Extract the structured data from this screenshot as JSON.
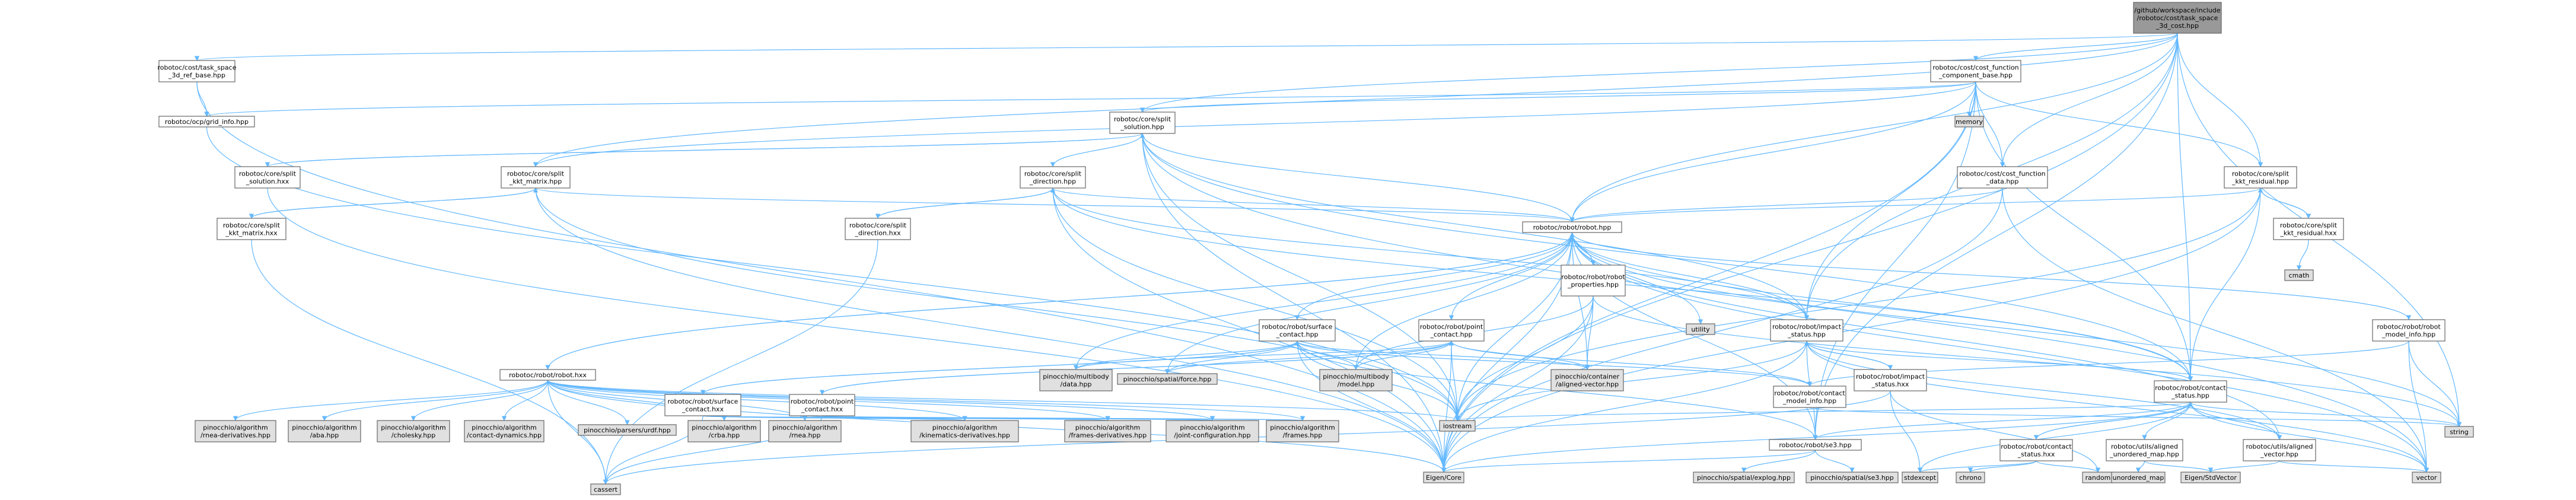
{
  "colors": {
    "edge": "#63B8FF",
    "root_fill": "#999999",
    "node_fill": "#ffffff",
    "external_fill": "#e0e0e0",
    "border": "#666666"
  },
  "nodes": [
    {
      "id": "root",
      "lines": [
        "/github/workspace/include",
        "/robotoc/cost/task_space",
        "_3d_cost.hpp"
      ],
      "kind": "root"
    },
    {
      "id": "ts3d_ref",
      "lines": [
        "robotoc/cost/task_space",
        "_3d_ref_base.hpp"
      ],
      "kind": "file"
    },
    {
      "id": "cfc_base",
      "lines": [
        "robotoc/cost/cost_function",
        "_component_base.hpp"
      ],
      "kind": "file"
    },
    {
      "id": "grid_info",
      "lines": [
        "robotoc/ocp/grid_info.hpp"
      ],
      "kind": "file"
    },
    {
      "id": "memory",
      "lines": [
        "memory"
      ],
      "kind": "ext"
    },
    {
      "id": "split_solution",
      "lines": [
        "robotoc/core/split",
        "_solution.hpp"
      ],
      "kind": "file"
    },
    {
      "id": "split_solution_hxx",
      "lines": [
        "robotoc/core/split",
        "_solution.hxx"
      ],
      "kind": "file"
    },
    {
      "id": "split_kkt_matrix",
      "lines": [
        "robotoc/core/split",
        "_kkt_matrix.hpp"
      ],
      "kind": "file"
    },
    {
      "id": "split_direction",
      "lines": [
        "robotoc/core/split",
        "_direction.hpp"
      ],
      "kind": "file"
    },
    {
      "id": "cost_function_data",
      "lines": [
        "robotoc/cost/cost_function",
        "_data.hpp"
      ],
      "kind": "file"
    },
    {
      "id": "split_kkt_residual",
      "lines": [
        "robotoc/core/split",
        "_kkt_residual.hpp"
      ],
      "kind": "file"
    },
    {
      "id": "split_kkt_matrix_hxx",
      "lines": [
        "robotoc/core/split",
        "_kkt_matrix.hxx"
      ],
      "kind": "file"
    },
    {
      "id": "split_direction_hxx",
      "lines": [
        "robotoc/core/split",
        "_direction.hxx"
      ],
      "kind": "file"
    },
    {
      "id": "split_kkt_residual_hxx",
      "lines": [
        "robotoc/core/split",
        "_kkt_residual.hxx"
      ],
      "kind": "file"
    },
    {
      "id": "cmath",
      "lines": [
        "cmath"
      ],
      "kind": "ext"
    },
    {
      "id": "robot_hpp",
      "lines": [
        "robotoc/robot/robot.hpp"
      ],
      "kind": "file"
    },
    {
      "id": "robot_properties",
      "lines": [
        "robotoc/robot/robot",
        "_properties.hpp"
      ],
      "kind": "file"
    },
    {
      "id": "utility",
      "lines": [
        "utility"
      ],
      "kind": "ext"
    },
    {
      "id": "surface_contact",
      "lines": [
        "robotoc/robot/surface",
        "_contact.hpp"
      ],
      "kind": "file"
    },
    {
      "id": "point_contact",
      "lines": [
        "robotoc/robot/point",
        "_contact.hpp"
      ],
      "kind": "file"
    },
    {
      "id": "impact_status",
      "lines": [
        "robotoc/robot/impact",
        "_status.hpp"
      ],
      "kind": "file"
    },
    {
      "id": "robot_model_info",
      "lines": [
        "robotoc/robot/robot",
        "_model_info.hpp"
      ],
      "kind": "file"
    },
    {
      "id": "impact_status_hxx",
      "lines": [
        "robotoc/robot/impact",
        "_status.hxx"
      ],
      "kind": "file"
    },
    {
      "id": "contact_model_info",
      "lines": [
        "robotoc/robot/contact",
        "_model_info.hpp"
      ],
      "kind": "file"
    },
    {
      "id": "contact_status_hpp",
      "lines": [
        "robotoc/robot/contact",
        "_status.hpp"
      ],
      "kind": "file"
    },
    {
      "id": "robot_hxx",
      "lines": [
        "robotoc/robot/robot.hxx"
      ],
      "kind": "file"
    },
    {
      "id": "surface_contact_hxx",
      "lines": [
        "robotoc/robot/surface",
        "_contact.hxx"
      ],
      "kind": "file"
    },
    {
      "id": "point_contact_hxx",
      "lines": [
        "robotoc/robot/point",
        "_contact.hxx"
      ],
      "kind": "file"
    },
    {
      "id": "mb_data",
      "lines": [
        "pinocchio/multibody",
        "/data.hpp"
      ],
      "kind": "ext"
    },
    {
      "id": "spatial_force",
      "lines": [
        "pinocchio/spatial/force.hpp"
      ],
      "kind": "ext"
    },
    {
      "id": "mb_model",
      "lines": [
        "pinocchio/multibody",
        "/model.hpp"
      ],
      "kind": "ext"
    },
    {
      "id": "aligned_vector_pin",
      "lines": [
        "pinocchio/container",
        "/aligned-vector.hpp"
      ],
      "kind": "ext"
    },
    {
      "id": "se3_hpp",
      "lines": [
        "robotoc/robot/se3.hpp"
      ],
      "kind": "file"
    },
    {
      "id": "contact_status_hxx",
      "lines": [
        "robotoc/robot/contact",
        "_status.hxx"
      ],
      "kind": "file"
    },
    {
      "id": "aligned_unordered_map",
      "lines": [
        "robotoc/utils/aligned",
        "_unordered_map.hpp"
      ],
      "kind": "file"
    },
    {
      "id": "aligned_vector_utils",
      "lines": [
        "robotoc/utils/aligned",
        "_vector.hpp"
      ],
      "kind": "file"
    },
    {
      "id": "iostream",
      "lines": [
        "iostream"
      ],
      "kind": "ext"
    },
    {
      "id": "string",
      "lines": [
        "string"
      ],
      "kind": "ext"
    },
    {
      "id": "rnea_derivatives",
      "lines": [
        "pinocchio/algorithm",
        "/rnea-derivatives.hpp"
      ],
      "kind": "ext"
    },
    {
      "id": "aba",
      "lines": [
        "pinocchio/algorithm",
        "/aba.hpp"
      ],
      "kind": "ext"
    },
    {
      "id": "cholesky",
      "lines": [
        "pinocchio/algorithm",
        "/cholesky.hpp"
      ],
      "kind": "ext"
    },
    {
      "id": "contact_dynamics",
      "lines": [
        "pinocchio/algorithm",
        "/contact-dynamics.hpp"
      ],
      "kind": "ext"
    },
    {
      "id": "urdf",
      "lines": [
        "pinocchio/parsers/urdf.hpp"
      ],
      "kind": "ext"
    },
    {
      "id": "crba",
      "lines": [
        "pinocchio/algorithm",
        "/crba.hpp"
      ],
      "kind": "ext"
    },
    {
      "id": "rnea",
      "lines": [
        "pinocchio/algorithm",
        "/rnea.hpp"
      ],
      "kind": "ext"
    },
    {
      "id": "kinematics_derivatives",
      "lines": [
        "pinocchio/algorithm",
        "/kinematics-derivatives.hpp"
      ],
      "kind": "ext"
    },
    {
      "id": "frames_derivatives",
      "lines": [
        "pinocchio/algorithm",
        "/frames-derivatives.hpp"
      ],
      "kind": "ext"
    },
    {
      "id": "joint_configuration",
      "lines": [
        "pinocchio/algorithm",
        "/joint-configuration.hpp"
      ],
      "kind": "ext"
    },
    {
      "id": "frames",
      "lines": [
        "pinocchio/algorithm",
        "/frames.hpp"
      ],
      "kind": "ext"
    },
    {
      "id": "explog",
      "lines": [
        "pinocchio/spatial/explog.hpp"
      ],
      "kind": "ext"
    },
    {
      "id": "spatial_se3",
      "lines": [
        "pinocchio/spatial/se3.hpp"
      ],
      "kind": "ext"
    },
    {
      "id": "stdexcept",
      "lines": [
        "stdexcept"
      ],
      "kind": "ext"
    },
    {
      "id": "chrono",
      "lines": [
        "chrono"
      ],
      "kind": "ext"
    },
    {
      "id": "random",
      "lines": [
        "random"
      ],
      "kind": "ext"
    },
    {
      "id": "unordered_map",
      "lines": [
        "unordered_map"
      ],
      "kind": "ext"
    },
    {
      "id": "eigen_stdvector",
      "lines": [
        "Eigen/StdVector"
      ],
      "kind": "ext"
    },
    {
      "id": "vector",
      "lines": [
        "vector"
      ],
      "kind": "ext"
    },
    {
      "id": "cassert",
      "lines": [
        "cassert"
      ],
      "kind": "ext"
    },
    {
      "id": "eigen_core",
      "lines": [
        "Eigen/Core"
      ],
      "kind": "ext"
    }
  ],
  "edges": [
    [
      "root",
      "ts3d_ref"
    ],
    [
      "root",
      "cfc_base"
    ],
    [
      "root",
      "split_solution"
    ],
    [
      "root",
      "split_kkt_matrix"
    ],
    [
      "root",
      "split_kkt_residual"
    ],
    [
      "root",
      "cost_function_data"
    ],
    [
      "root",
      "robot_hpp"
    ],
    [
      "root",
      "contact_status_hpp"
    ],
    [
      "root",
      "se3_hpp"
    ],
    [
      "root",
      "string"
    ],
    [
      "root",
      "eigen_core"
    ],
    [
      "root",
      "impact_status"
    ],
    [
      "ts3d_ref",
      "grid_info"
    ],
    [
      "ts3d_ref",
      "eigen_core"
    ],
    [
      "cfc_base",
      "memory"
    ],
    [
      "cfc_base",
      "grid_info"
    ],
    [
      "cfc_base",
      "split_solution"
    ],
    [
      "cfc_base",
      "split_kkt_matrix"
    ],
    [
      "cfc_base",
      "split_kkt_residual"
    ],
    [
      "cfc_base",
      "cost_function_data"
    ],
    [
      "cfc_base",
      "robot_hpp"
    ],
    [
      "cfc_base",
      "contact_status_hpp"
    ],
    [
      "cfc_base",
      "impact_status"
    ],
    [
      "cfc_base",
      "se3_hpp"
    ],
    [
      "cfc_base",
      "eigen_core"
    ],
    [
      "grid_info",
      "iostream"
    ],
    [
      "split_solution",
      "split_solution_hxx"
    ],
    [
      "split_solution",
      "split_direction"
    ],
    [
      "split_solution",
      "robot_hpp"
    ],
    [
      "split_solution",
      "contact_status_hpp"
    ],
    [
      "split_solution",
      "impact_status"
    ],
    [
      "split_solution",
      "eigen_core"
    ],
    [
      "split_solution",
      "iostream"
    ],
    [
      "split_solution",
      "vector"
    ],
    [
      "split_solution_hxx",
      "split_solution"
    ],
    [
      "split_solution_hxx",
      "eigen_core"
    ],
    [
      "split_kkt_matrix",
      "split_kkt_matrix_hxx"
    ],
    [
      "split_kkt_matrix",
      "robot_hpp"
    ],
    [
      "split_kkt_matrix",
      "eigen_core"
    ],
    [
      "split_kkt_matrix",
      "iostream"
    ],
    [
      "split_kkt_matrix_hxx",
      "split_kkt_matrix"
    ],
    [
      "split_kkt_matrix_hxx",
      "cassert"
    ],
    [
      "split_direction",
      "split_direction_hxx"
    ],
    [
      "split_direction",
      "robot_hpp"
    ],
    [
      "split_direction",
      "contact_status_hpp"
    ],
    [
      "split_direction",
      "impact_status"
    ],
    [
      "split_direction",
      "eigen_core"
    ],
    [
      "split_direction",
      "iostream"
    ],
    [
      "split_direction_hxx",
      "split_direction"
    ],
    [
      "split_direction_hxx",
      "cassert"
    ],
    [
      "cost_function_data",
      "robot_hpp"
    ],
    [
      "cost_function_data",
      "eigen_core"
    ],
    [
      "cost_function_data",
      "vector"
    ],
    [
      "split_kkt_residual",
      "split_kkt_residual_hxx"
    ],
    [
      "split_kkt_residual",
      "robot_hpp"
    ],
    [
      "split_kkt_residual",
      "contact_status_hpp"
    ],
    [
      "split_kkt_residual",
      "eigen_core"
    ],
    [
      "split_kkt_residual",
      "iostream"
    ],
    [
      "split_kkt_residual_hxx",
      "split_kkt_residual"
    ],
    [
      "split_kkt_residual_hxx",
      "cmath"
    ],
    [
      "robot_hpp",
      "robot_properties"
    ],
    [
      "robot_hpp",
      "utility"
    ],
    [
      "robot_hpp",
      "surface_contact"
    ],
    [
      "robot_hpp",
      "point_contact"
    ],
    [
      "robot_hpp",
      "impact_status"
    ],
    [
      "robot_hpp",
      "robot_model_info"
    ],
    [
      "robot_hpp",
      "contact_status_hpp"
    ],
    [
      "robot_hpp",
      "robot_hxx"
    ],
    [
      "robot_hpp",
      "mb_data"
    ],
    [
      "robot_hpp",
      "spatial_force"
    ],
    [
      "robot_hpp",
      "mb_model"
    ],
    [
      "robot_hpp",
      "aligned_vector_pin"
    ],
    [
      "robot_hpp",
      "se3_hpp"
    ],
    [
      "robot_hpp",
      "aligned_vector_utils"
    ],
    [
      "robot_hpp",
      "iostream"
    ],
    [
      "robot_hpp",
      "string"
    ],
    [
      "robot_hpp",
      "vector"
    ],
    [
      "robot_hpp",
      "eigen_core"
    ],
    [
      "robot_properties",
      "eigen_core"
    ],
    [
      "robot_properties",
      "mb_model"
    ],
    [
      "robot_properties",
      "aligned_vector_pin"
    ],
    [
      "robot_properties",
      "string"
    ],
    [
      "robot_properties",
      "iostream"
    ],
    [
      "surface_contact",
      "surface_contact_hxx"
    ],
    [
      "surface_contact",
      "contact_model_info"
    ],
    [
      "surface_contact",
      "se3_hpp"
    ],
    [
      "surface_contact",
      "mb_data"
    ],
    [
      "surface_contact",
      "spatial_force"
    ],
    [
      "surface_contact",
      "mb_model"
    ],
    [
      "surface_contact",
      "aligned_vector_pin"
    ],
    [
      "surface_contact",
      "iostream"
    ],
    [
      "surface_contact",
      "eigen_core"
    ],
    [
      "point_contact",
      "point_contact_hxx"
    ],
    [
      "point_contact",
      "contact_model_info"
    ],
    [
      "point_contact",
      "mb_data"
    ],
    [
      "point_contact",
      "spatial_force"
    ],
    [
      "point_contact",
      "mb_model"
    ],
    [
      "point_contact",
      "aligned_vector_pin"
    ],
    [
      "point_contact",
      "iostream"
    ],
    [
      "point_contact",
      "eigen_core"
    ],
    [
      "impact_status",
      "impact_status_hxx"
    ],
    [
      "impact_status",
      "contact_status_hpp"
    ],
    [
      "impact_status",
      "se3_hpp"
    ],
    [
      "impact_status",
      "aligned_vector_utils"
    ],
    [
      "impact_status",
      "iostream"
    ],
    [
      "impact_status",
      "vector"
    ],
    [
      "impact_status",
      "eigen_core"
    ],
    [
      "impact_status_hxx",
      "impact_status"
    ],
    [
      "impact_status_hxx",
      "random"
    ],
    [
      "impact_status_hxx",
      "stdexcept"
    ],
    [
      "impact_status_hxx",
      "cassert"
    ],
    [
      "robot_model_info",
      "contact_model_info"
    ],
    [
      "robot_model_info",
      "string"
    ],
    [
      "robot_model_info",
      "vector"
    ],
    [
      "contact_model_info",
      "string"
    ],
    [
      "contact_status_hpp",
      "contact_status_hxx"
    ],
    [
      "contact_status_hpp",
      "se3_hpp"
    ],
    [
      "contact_status_hpp",
      "aligned_unordered_map"
    ],
    [
      "contact_status_hpp",
      "aligned_vector_utils"
    ],
    [
      "contact_status_hpp",
      "iostream"
    ],
    [
      "contact_status_hpp",
      "string"
    ],
    [
      "contact_status_hpp",
      "vector"
    ],
    [
      "contact_status_hpp",
      "eigen_core"
    ],
    [
      "contact_status_hpp",
      "stdexcept"
    ],
    [
      "contact_status_hxx",
      "random"
    ],
    [
      "contact_status_hxx",
      "chrono"
    ],
    [
      "contact_status_hxx",
      "stdexcept"
    ],
    [
      "contact_status_hxx",
      "contact_status_hpp"
    ],
    [
      "aligned_unordered_map",
      "unordered_map"
    ],
    [
      "aligned_unordered_map",
      "eigen_stdvector"
    ],
    [
      "aligned_vector_utils",
      "eigen_stdvector"
    ],
    [
      "aligned_vector_utils",
      "vector"
    ],
    [
      "se3_hpp",
      "explog"
    ],
    [
      "se3_hpp",
      "spatial_se3"
    ],
    [
      "se3_hpp",
      "eigen_core"
    ],
    [
      "robot_hxx",
      "robot_hpp"
    ],
    [
      "robot_hxx",
      "rnea_derivatives"
    ],
    [
      "robot_hxx",
      "aba"
    ],
    [
      "robot_hxx",
      "cholesky"
    ],
    [
      "robot_hxx",
      "contact_dynamics"
    ],
    [
      "robot_hxx",
      "urdf"
    ],
    [
      "robot_hxx",
      "crba"
    ],
    [
      "robot_hxx",
      "rnea"
    ],
    [
      "robot_hxx",
      "kinematics_derivatives"
    ],
    [
      "robot_hxx",
      "frames_derivatives"
    ],
    [
      "robot_hxx",
      "joint_configuration"
    ],
    [
      "robot_hxx",
      "frames"
    ],
    [
      "robot_hxx",
      "cassert"
    ],
    [
      "robot_hxx",
      "eigen_core"
    ],
    [
      "robot_hxx",
      "iostream"
    ],
    [
      "surface_contact_hxx",
      "surface_contact"
    ],
    [
      "surface_contact_hxx",
      "kinematics_derivatives"
    ],
    [
      "surface_contact_hxx",
      "frames_derivatives"
    ],
    [
      "surface_contact_hxx",
      "joint_configuration"
    ],
    [
      "surface_contact_hxx",
      "frames"
    ],
    [
      "surface_contact_hxx",
      "cassert"
    ],
    [
      "point_contact_hxx",
      "point_contact"
    ],
    [
      "point_contact_hxx",
      "kinematics_derivatives"
    ],
    [
      "point_contact_hxx",
      "frames_derivatives"
    ],
    [
      "point_contact_hxx",
      "joint_configuration"
    ],
    [
      "point_contact_hxx",
      "frames"
    ],
    [
      "point_contact_hxx",
      "cassert"
    ]
  ]
}
